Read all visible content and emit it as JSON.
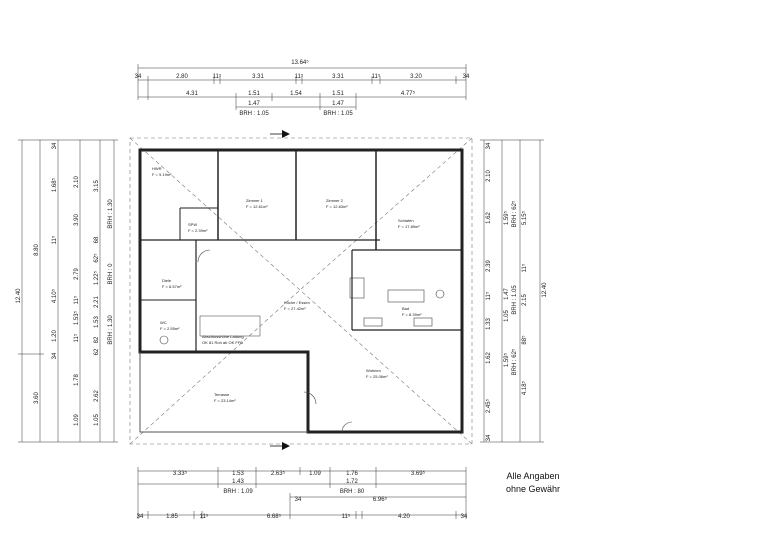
{
  "top_dims": {
    "overall": "13.64⁵",
    "row1": [
      "34",
      "2.80",
      "11⁵",
      "3.31",
      "11⁵",
      "3.31",
      "11⁵",
      "3.20",
      "34"
    ],
    "row2": [
      "4.31",
      "1.51",
      "1.54",
      "1.51",
      "4.77⁵"
    ],
    "row3": [
      "1.47",
      "1.47"
    ],
    "row4": [
      "BRH : 1.05",
      "BRH : 1.05"
    ]
  },
  "left_dims": {
    "overall": "12.40",
    "outer": [
      "8.80",
      "3.60"
    ],
    "col2": [
      "34",
      "1.68⁵",
      "11⁵",
      "4.10⁵",
      "1.20",
      "34",
      "1.78",
      "1.09"
    ],
    "col3": [
      "2.10",
      "3.90",
      "2.79",
      "11⁵",
      "1.53⁵",
      "11⁵",
      "62",
      "2.62"
    ],
    "col4": [
      "3.15",
      "68",
      "62⁵",
      "1.22⁵",
      "2.21",
      "1.53",
      "82",
      "1.05"
    ],
    "col5": [
      "BRH : 1.30",
      "BRH : 0",
      "BRH : 1.30"
    ]
  },
  "right_dims": {
    "overall": "12.40",
    "col1": [
      "34",
      "2.10",
      "1.62",
      "2.39",
      "11⁵",
      "1.33",
      "1.62",
      "2.45⁵",
      "34"
    ],
    "col2": [
      "1.59⁵",
      "5.15⁵",
      "1.47",
      "1.05",
      "2.15",
      "1.59⁵",
      "4.18⁵",
      "11⁵",
      "88⁵"
    ],
    "col3": [
      "BRH : 62⁵",
      "BRH : 1.05",
      "BRH : 62⁵"
    ]
  },
  "bottom_dims": {
    "row1": [
      "3.33⁵",
      "1.53",
      "2.63⁵",
      "1.09",
      "1.76",
      "3.69⁵"
    ],
    "row2": [
      "1.43",
      "1.72"
    ],
    "row3": [
      "BRH : 1.09",
      "BRH : 80"
    ],
    "row4": [
      "34",
      "6.96⁵"
    ],
    "row5": [
      "34",
      "1.85",
      "11⁵",
      "6.68⁵",
      "11⁵",
      "4.20",
      "34"
    ]
  },
  "rooms": {
    "hwr": {
      "name": "HWR",
      "area": "F = 9.19m²"
    },
    "zimmer1": {
      "name": "Zimmer 1",
      "area": "F = 12.61m²"
    },
    "zimmer2": {
      "name": "Zimmer 2",
      "area": "F = 12.63m²"
    },
    "schlafen": {
      "name": "Schlafen",
      "area": "F = 17.89m²"
    },
    "speis": {
      "name": "SPW",
      "area": "F = 2.39m²"
    },
    "diele": {
      "name": "Diele",
      "area": "F = 6.57m²"
    },
    "wc": {
      "name": "WC",
      "area": "F = 2.55m²"
    },
    "kueche": {
      "name": "Küche / Essen",
      "area": "F = 27.42m²"
    },
    "bad": {
      "name": "Bad",
      "area": "F = 8.39m²"
    },
    "terrasse": {
      "name": "Terrasse",
      "area": "F = 23.14m²"
    },
    "wohnen": {
      "name": "Wohnen",
      "area": "F = 25.06m²"
    }
  },
  "annotations": {
    "stair1": "Abschlusshöhe Ladung",
    "stair2": "OK 81 Roh ab OK FFB"
  },
  "note": {
    "line1": "Alle Angaben",
    "line2": "ohne Gewähr"
  }
}
